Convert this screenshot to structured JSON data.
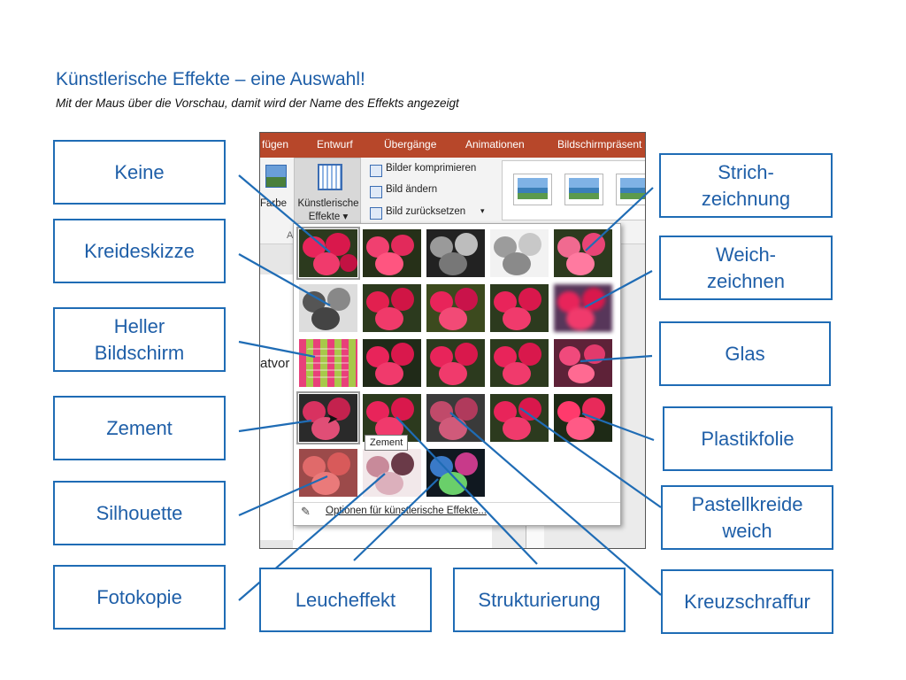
{
  "title": "Künstlerische Effekte – eine Auswahl!",
  "subtitle": "Mit der Maus über die Vorschau, damit wird der Name des Effekts angezeigt",
  "ribbon": {
    "tabs": [
      "fügen",
      "Entwurf",
      "Übergänge",
      "Animationen",
      "Bildschirmpräsent"
    ],
    "farbe": "Farbe",
    "artistic_button": "Künstlerische\nEffekte ▾",
    "compress": "Bilder komprimieren",
    "change": "Bild ändern",
    "reset": "Bild zurücksetzen",
    "reset_arrow": "▾",
    "group_letter": "A"
  },
  "slide_text": "atvor",
  "tooltip": "Zement",
  "options_link": "Optionen für künstlerische Effekte...",
  "labels": {
    "keine": "Keine",
    "kreideskizze": "Kreideskizze",
    "heller": "Heller\nBildschirm",
    "zement": "Zement",
    "silhouette": "Silhouette",
    "fotokopie": "Fotokopie",
    "leucheffekt": "Leucheffekt",
    "strukturierung": "Strukturierung",
    "kreuzschraffur": "Kreuzschraffur",
    "pastell": "Pastellkreide\nweich",
    "plastikfolie": "Plastikfolie",
    "glas": "Glas",
    "weich": "Weich-\nzeichnen",
    "strich": "Strich-\nzeichnung"
  },
  "colors": {
    "accent": "#1f6cb5",
    "ribbon_tab": "#b7472a"
  }
}
